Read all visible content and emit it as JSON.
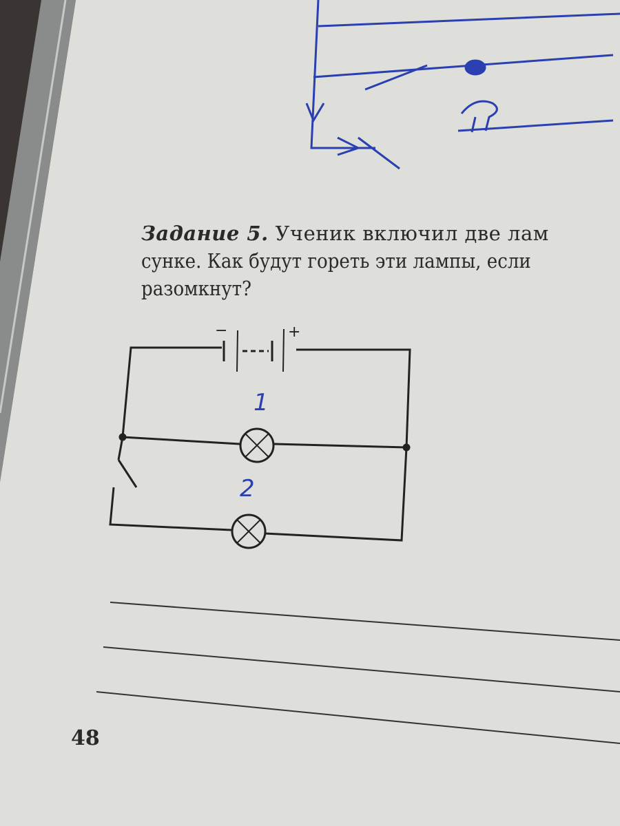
{
  "task": {
    "heading": "Задание 5.",
    "line1": "Ученик включил две лам",
    "line2": "сунке. Как будут гореть эти лампы, если",
    "line3": "разомкнут?"
  },
  "circuit": {
    "battery_minus": "−",
    "battery_plus": "+",
    "lamp1_label": "1",
    "lamp2_label": "2"
  },
  "page_number": "48",
  "colors": {
    "ink": "#222222",
    "pen": "#2a3fb0",
    "paper": "#e6e6e2"
  }
}
